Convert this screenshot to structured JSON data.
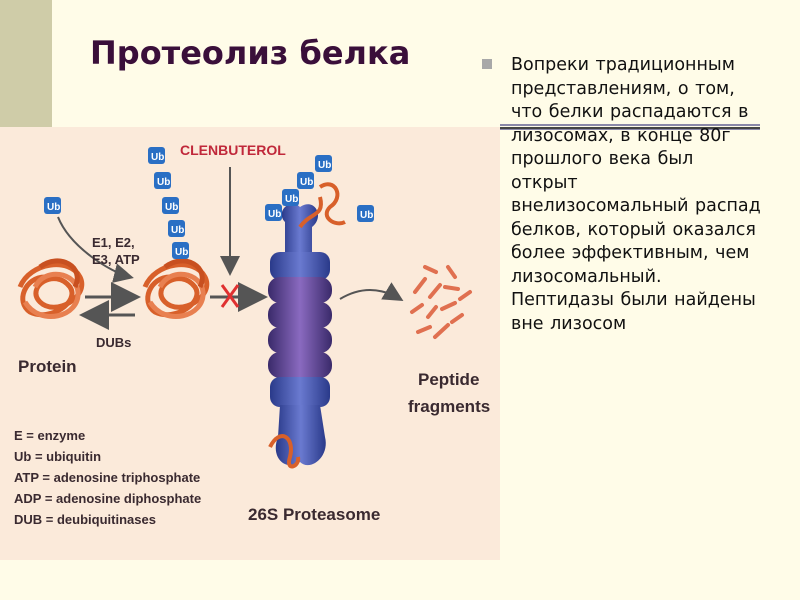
{
  "slide": {
    "title": "Протеолиз белка",
    "bullet": "Вопреки традиционным представлениям, о том, что белки распадаются в лизосомах, в конце 80г прошлого века был открыт внелизосомальный распад белков, который оказался более эффективным, чем лизосомальный. Пептидазы были найдены вне лизосом"
  },
  "figure": {
    "clenbuterol": "CLENBUTEROL",
    "ub": "Ub",
    "enzymes": [
      "E1, E2,",
      "E3, ATP"
    ],
    "dubs": "DUBs",
    "protein": "Protein",
    "proteasome": "26S Proteasome",
    "peptide": [
      "Peptide",
      "fragments"
    ],
    "legend": [
      "E = enzyme",
      "Ub = ubiquitin",
      "ATP = adenosine triphosphate",
      "ADP = adenosine diphosphate",
      "DUB = deubiquitinases"
    ]
  },
  "colors": {
    "background": "#fffce8",
    "accent_block": "#cfcca8",
    "title": "#3a0f3a",
    "figure_bg": "#fbeada",
    "ub_blue": "#2a6fc4",
    "protein_orange": "#e0703a",
    "proteasome_purple": "#6a4a9a",
    "clenbuterol_red": "#c0283a"
  }
}
